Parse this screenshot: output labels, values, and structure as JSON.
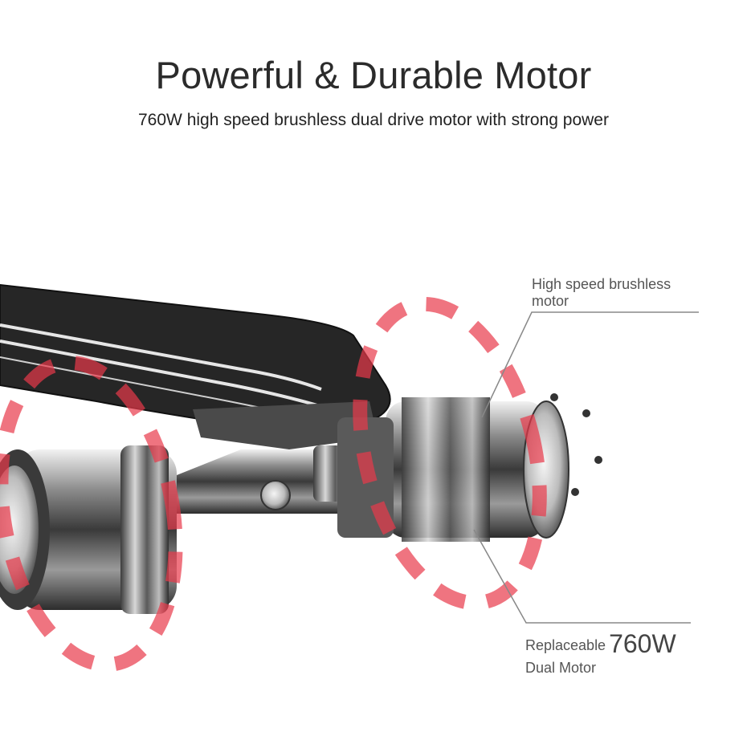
{
  "header": {
    "title": "Powerful & Durable Motor",
    "subtitle": "760W high speed brushless dual drive motor with strong power"
  },
  "callouts": {
    "top": {
      "line1": "High speed brushless",
      "line2": "motor"
    },
    "bottom": {
      "label": "Replaceable",
      "value": "760W",
      "line2": "Dual Motor"
    }
  },
  "colors": {
    "accent_red": "#e8394a",
    "deck": "#2a2a2a",
    "metal": "#9a9a9a",
    "leader_line": "#888888"
  },
  "icons": [
    "skateboard-deck",
    "hub-motor",
    "rotation-ring"
  ]
}
